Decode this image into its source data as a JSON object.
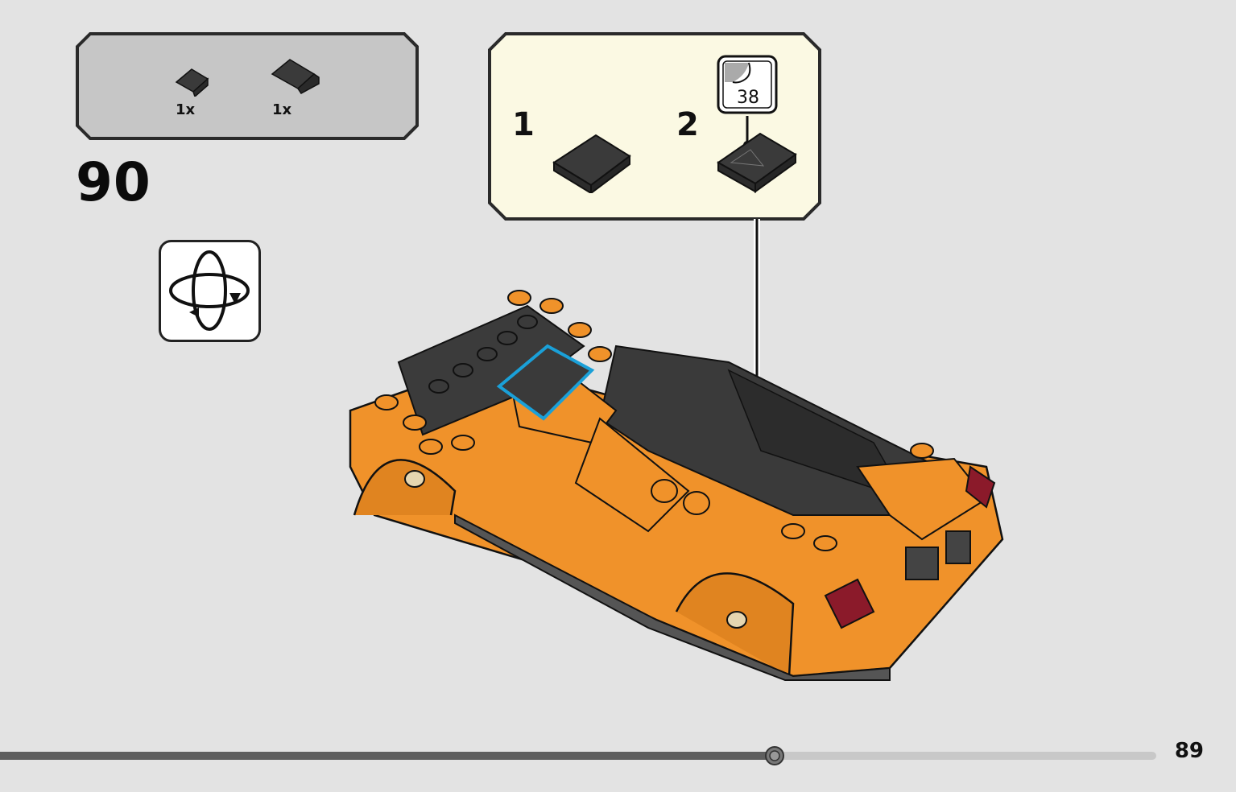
{
  "parts_list": {
    "items": [
      {
        "icon": "dark-slope-tile-small-icon",
        "quantity": "1x"
      },
      {
        "icon": "dark-slope-tile-large-icon",
        "quantity": "1x"
      }
    ]
  },
  "step": {
    "number": "90"
  },
  "rotate_indicator": {
    "icon": "rotate-model-icon"
  },
  "sub_steps": [
    {
      "number": "1",
      "icon": "dark-slope-brick-icon"
    },
    {
      "number": "2",
      "icon": "slope-brick-with-sticker-icon",
      "sticker_number": "38"
    }
  ],
  "model": {
    "icon": "orange-supercar-model-icon"
  },
  "footer": {
    "page_number": "89",
    "progress_fraction": 0.67
  },
  "colors": {
    "background": "#e3e3e3",
    "parts_box_fill": "#c6c6c6",
    "substep_box_fill": "#fbf9e3",
    "car_orange": "#f0922a",
    "dark_part": "#3a3a3a",
    "highlight_blue": "#1aa0d8"
  }
}
